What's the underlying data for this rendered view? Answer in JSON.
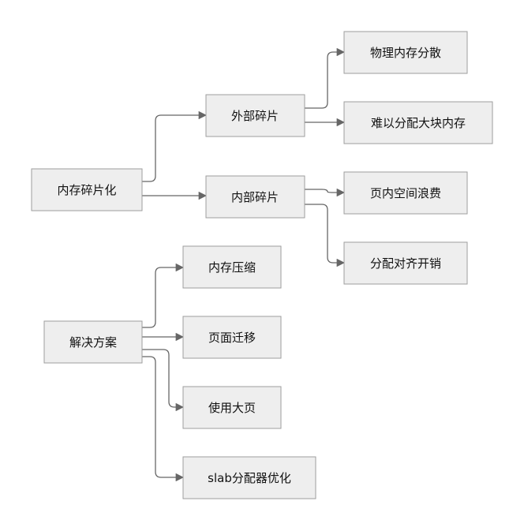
{
  "nodes": {
    "memory_fragmentation": "内存碎片化",
    "external_fragmentation": "外部碎片",
    "internal_fragmentation": "内部碎片",
    "physical_memory_scattered": "物理内存分散",
    "hard_to_allocate_large_block": "难以分配大块内存",
    "in_page_waste": "页内空间浪费",
    "allocation_alignment_overhead": "分配对齐开销",
    "solutions": "解决方案",
    "memory_compaction": "内存压缩",
    "page_migration": "页面迁移",
    "use_huge_pages": "使用大页",
    "slab_allocator_optimization": "slab分配器优化"
  },
  "colors": {
    "node_fill": "#eeeeee",
    "node_border": "#9e9e9e",
    "edge": "#666666",
    "text": "#111111"
  }
}
